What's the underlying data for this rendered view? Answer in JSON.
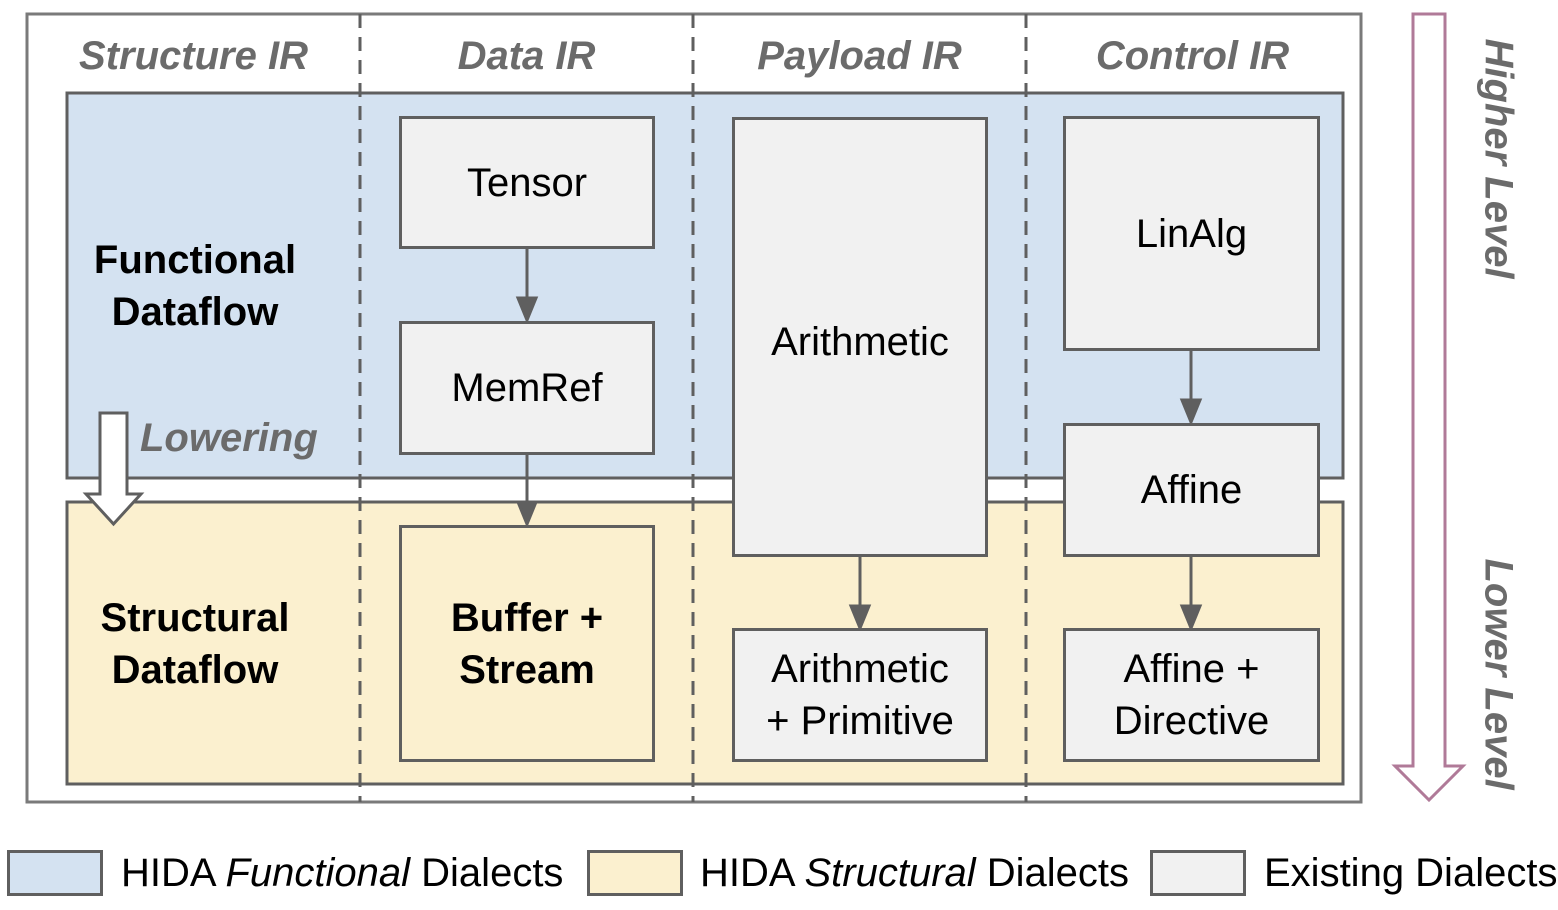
{
  "columns": {
    "structure": "Structure IR",
    "data": "Data IR",
    "payload": "Payload IR",
    "control": "Control IR"
  },
  "rows": {
    "functional_line1": "Functional",
    "functional_line2": "Dataflow",
    "structural_line1": "Structural",
    "structural_line2": "Dataflow"
  },
  "lowering_label": "Lowering",
  "boxes": {
    "tensor": "Tensor",
    "memref": "MemRef",
    "buffer_line1": "Buffer +",
    "buffer_line2": "Stream",
    "arithmetic": "Arithmetic",
    "arith_prim_line1": "Arithmetic",
    "arith_prim_line2": "+ Primitive",
    "linalg": "LinAlg",
    "affine": "Affine",
    "affine_dir_line1": "Affine +",
    "affine_dir_line2": "Directive"
  },
  "levels": {
    "higher": "Higher Level",
    "lower": "Lower Level"
  },
  "legend": {
    "functional_prefix": "HIDA ",
    "functional_emph": "Functional",
    "functional_suffix": " Dialects",
    "structural_prefix": "HIDA ",
    "structural_emph": "Structural",
    "structural_suffix": " Dialects",
    "existing": "Existing Dialects"
  },
  "colors": {
    "functional": "#d4e2f1",
    "structural": "#fbf0cf",
    "existing": "#f1f1f1",
    "border": "#5f5f5f",
    "level_arrow": "#b07a98",
    "label_gray": "#6b6b6b"
  }
}
